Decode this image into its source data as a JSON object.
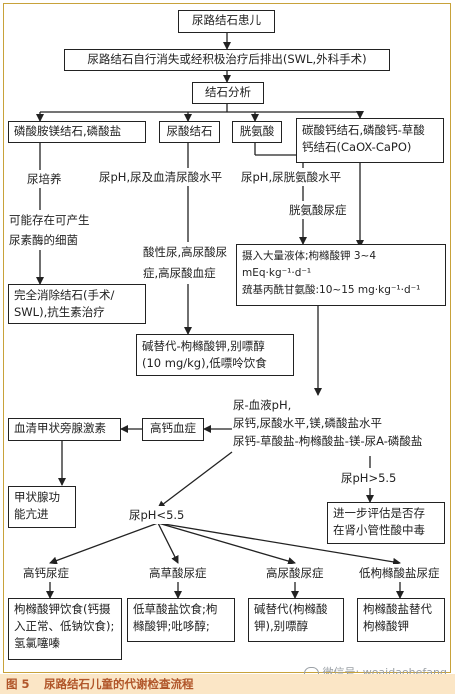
{
  "diagram": {
    "n1": "尿路结石患儿",
    "n2": "尿路结石自行消失或经积极治疗后排出(SWL,外科手术)",
    "n3": "结石分析",
    "n4": "磷酸胺镁结石,磷酸盐",
    "n5": "尿酸结石",
    "n6": "胱氨酸",
    "n7": "碳酸钙结石,磷酸钙-草酸\n钙结石(CaOX-CaPO)",
    "l_culture": "尿培养",
    "l_bacteria": "可能存在可产生\n尿素酶的细菌",
    "n8": "完全消除结石(手术/\nSWL),抗生素治疗",
    "l_uric_ph": "尿pH,尿及血清尿酸水平",
    "l_acidic": "酸性尿,高尿酸尿\n症,高尿酸血症",
    "l_cys_ph": "尿pH,尿胱氨酸水平",
    "l_cystinuria": "胱氨酸尿症",
    "n9": "摄入大量液体;枸橼酸钾 3~4\nmEq·kg⁻¹·d⁻¹\n巯基丙酰甘氨酸:10~15 mg·kg⁻¹·d⁻¹",
    "n10": "碱替代-枸橼酸钾,别嘌醇\n(10 mg/kg),低嘌呤饮食",
    "l_blood": "尿-血液pH,\n尿钙,尿酸水平,镁,磷酸盐水平\n尿钙-草酸盐-枸橼酸盐-镁-尿A-磷酸盐",
    "n11": "血清甲状旁腺激素",
    "n12": "高钙血症",
    "l_ph_gt": "尿pH>5.5",
    "n13": "甲状腺功\n能亢进",
    "n14": "进一步评估是否存\n在肾小管性酸中毒",
    "l_ph_lt": "尿pH<5.5",
    "l_hypercalc": "高钙尿症",
    "l_hyperox": "高草酸尿症",
    "l_hyperuric": "高尿酸尿症",
    "l_hypocit": "低枸橼酸盐尿症",
    "n15": "枸橼酸钾饮食(钙摄\n入正常、低钠饮食);\n氢氯噻嗪",
    "n16": "低草酸盐饮食;枸\n橼酸钾;吡哆醇;",
    "n17": "碱替代(枸橼酸\n钾),别嘌醇",
    "n18": "枸橼酸盐替代\n枸橼酸钾"
  },
  "caption": {
    "figure_label": "图 5",
    "title": "尿路结石儿童的代谢检查流程"
  },
  "watermark": "微信号: woaidaohefang",
  "colors": {
    "frame": "#c8a23a",
    "caption_bg": "#fbe6c6",
    "caption_text": "#b1562a",
    "line": "#222222"
  }
}
